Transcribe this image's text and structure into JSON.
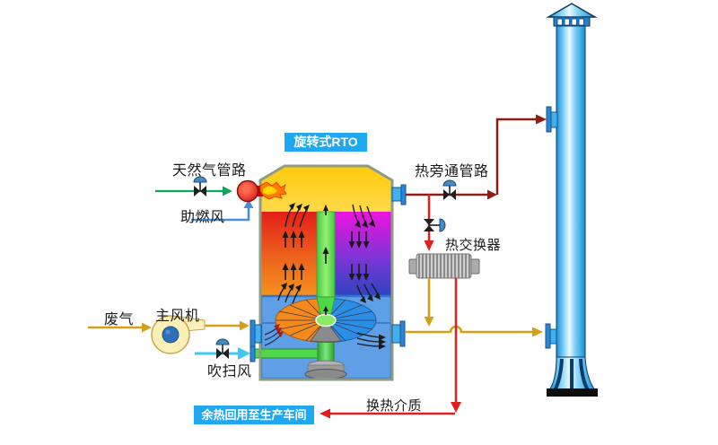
{
  "diagram": {
    "title_badge": "旋转式RTO",
    "reuse_badge": "余热回用至生产车间",
    "labels": {
      "natural_gas": "天然气管路",
      "combustion_air": "助燃风",
      "hot_bypass": "热旁通管路",
      "heat_exchanger": "热交换器",
      "waste_gas": "废气",
      "main_fan": "主风机",
      "purge_air": "吹扫风",
      "heat_medium": "换热介质"
    }
  },
  "colors": {
    "badge_blue": "#1FA8F0",
    "pipe_yellow": "#D4A017",
    "pipe_green": "#12A35F",
    "pipe_cyan": "#3FC8F2",
    "pipe_blue": "#4A90D9",
    "pipe_red_dark": "#8E1E14",
    "pipe_red": "#E02020",
    "chamber_yellow": "#FFD21E",
    "column_red": "#E8211C",
    "column_orange": "#F5921E",
    "column_magenta": "#EE13E0",
    "column_blue": "#2D44C0",
    "column_green": "#58D84E",
    "box_blue": "#5E9FE6",
    "rotor_orange": "#F5891A",
    "rotor_blue": "#2B8FE8",
    "chimney_blue": "#1798DC"
  }
}
